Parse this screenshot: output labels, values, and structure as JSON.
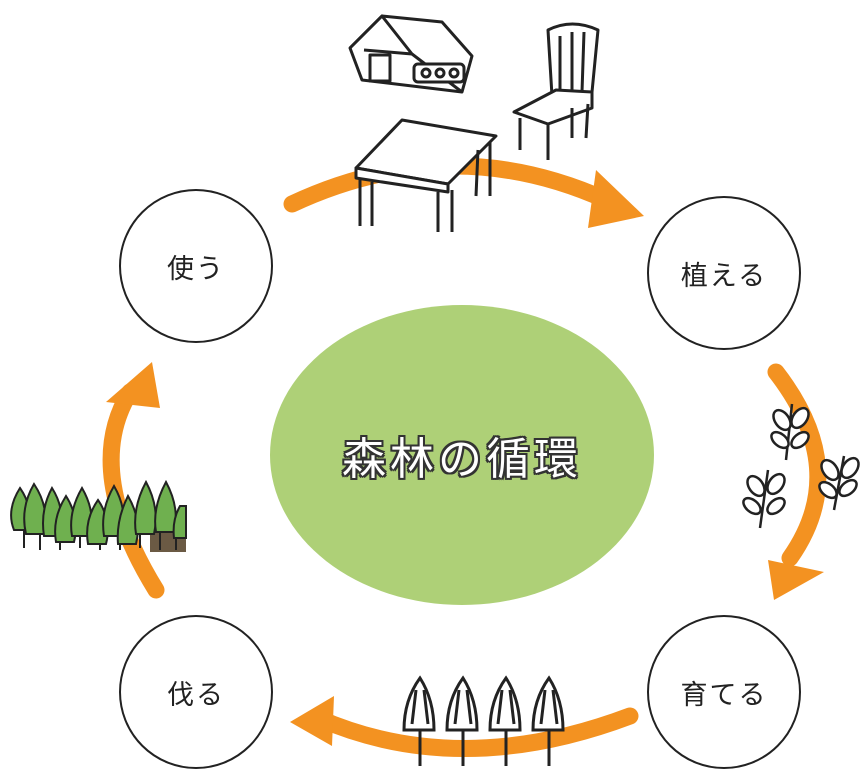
{
  "center": {
    "title": "森林の循環",
    "color": "#aed077"
  },
  "stages": {
    "use": "使う",
    "plant": "植える",
    "grow": "育てる",
    "cut": "伐る"
  },
  "colors": {
    "arrow": "#f39221",
    "tree": "#6fb04f",
    "outline": "#222222"
  },
  "icons": [
    "house-icon",
    "chair-icon",
    "table-icon",
    "seedling-icon",
    "tall-tree-icon",
    "forest-icon"
  ]
}
